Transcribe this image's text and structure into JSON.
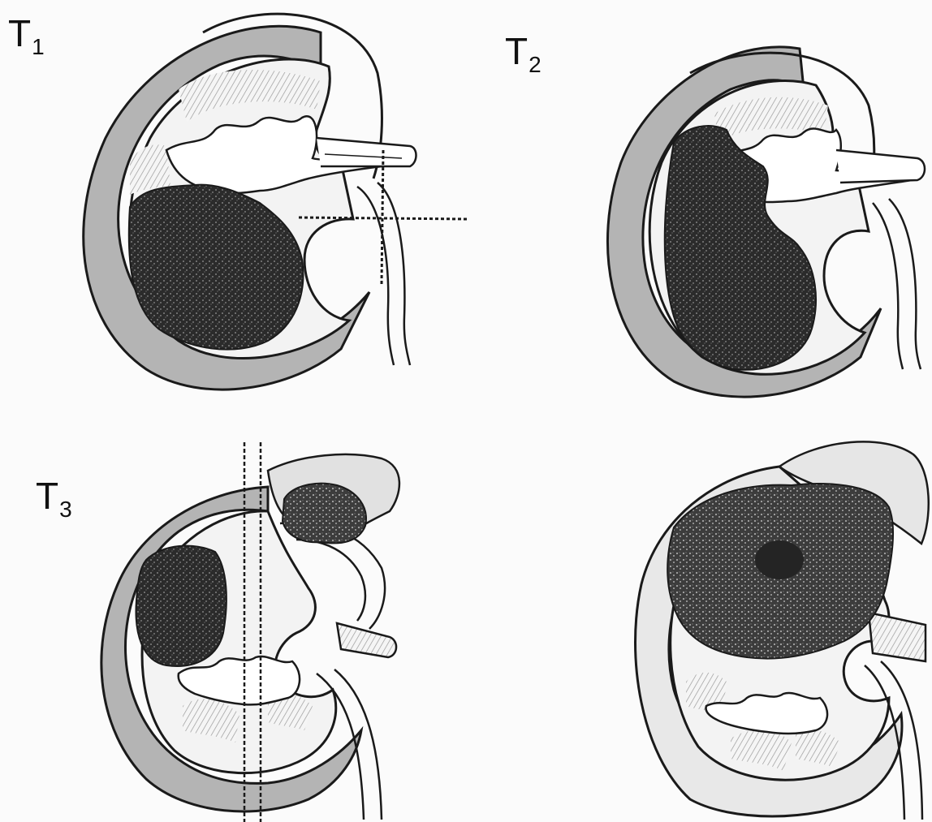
{
  "figure": {
    "panels": [
      {
        "label_main": "T",
        "label_sub": "1"
      },
      {
        "label_main": "T",
        "label_sub": "2"
      },
      {
        "label_main": "T",
        "label_sub": "3"
      },
      {
        "label_main": "",
        "label_sub": ""
      }
    ]
  },
  "colors": {
    "background": "#fbfbfb",
    "line": "#1a1a1a",
    "capsule_fill": "#b4b4b4",
    "cortex_fill": "#f3f3f3",
    "tumor_fill": "#2b2b2b",
    "tumor_fill_light": "#3a3a3a",
    "fat_fill": "#dedede"
  }
}
